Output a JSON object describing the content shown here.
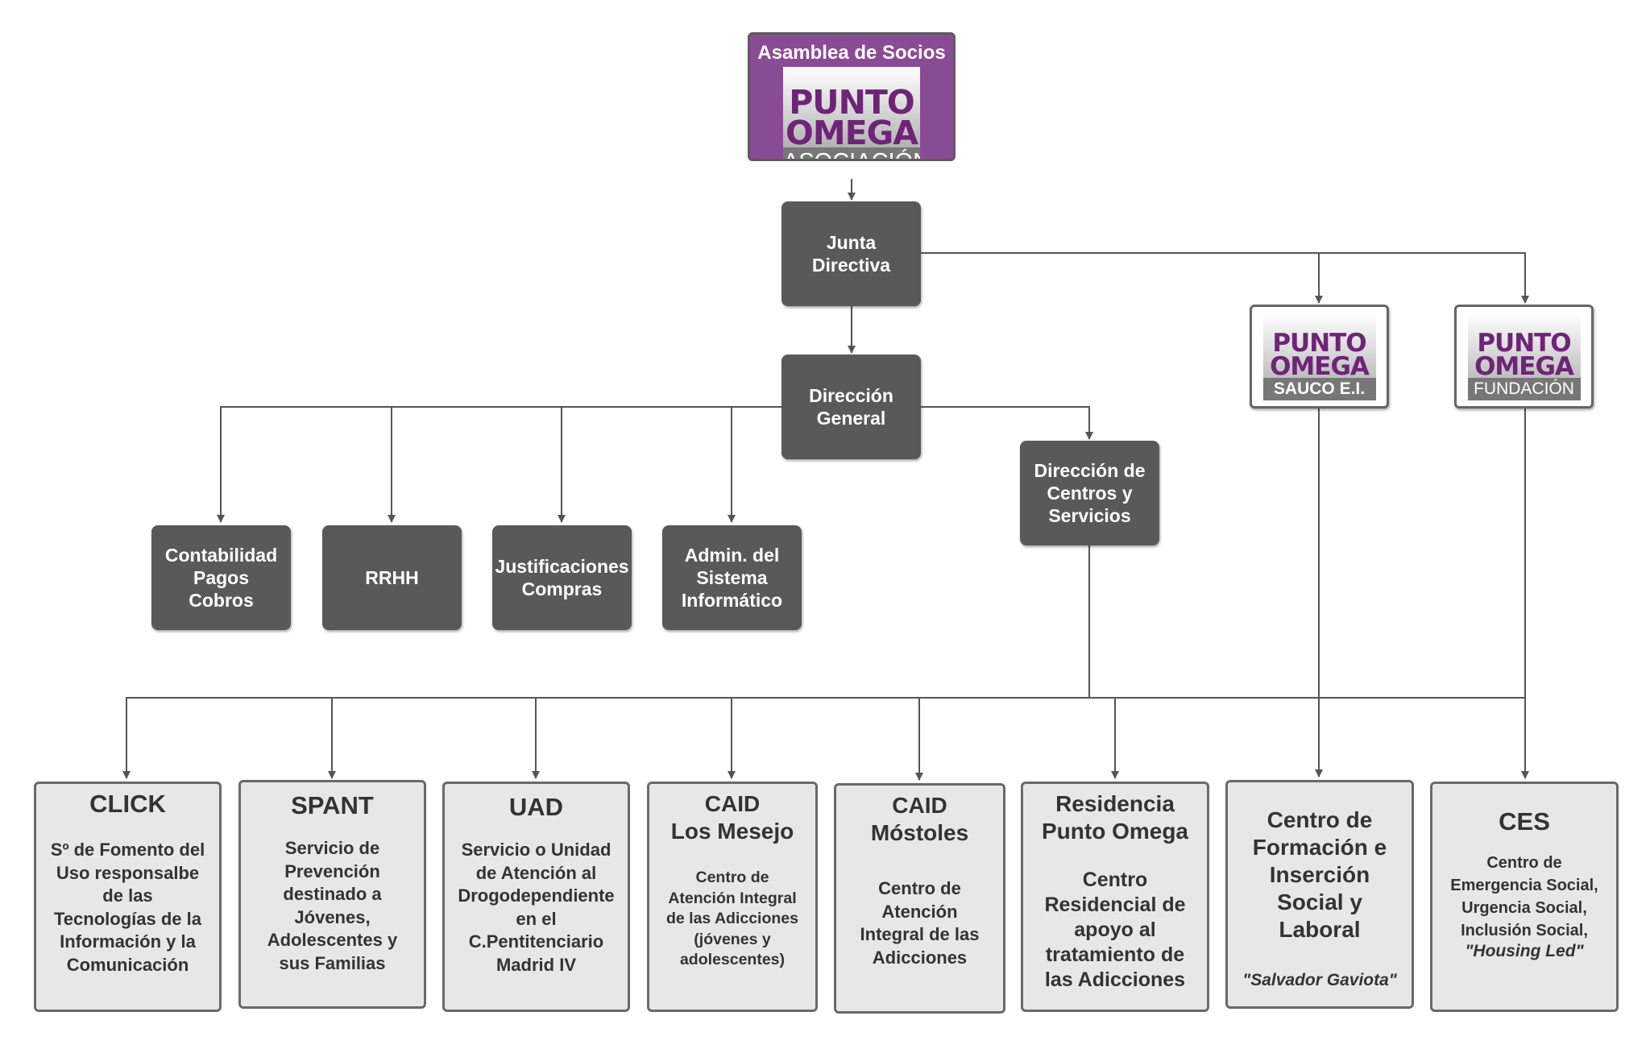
{
  "assembly": {
    "title": "Asamblea de Socios",
    "logo_line1": "PUNTO",
    "logo_line2": "OMEGA",
    "logo_band": "ASOCIACIÓN"
  },
  "junta": {
    "label": "Junta\nDirectiva"
  },
  "direccion_general": {
    "label": "Dirección\nGeneral"
  },
  "direccion_centros": {
    "label": "Dirección de\nCentros y\nServicios"
  },
  "admin_units": [
    {
      "label": "Contabilidad\nPagos\nCobros"
    },
    {
      "label": "RRHH"
    },
    {
      "label": "Justificaciones\nCompras"
    },
    {
      "label": "Admin. del\nSistema\nInformático"
    }
  ],
  "entities": [
    {
      "line1": "PUNTO",
      "line2": "OMEGA",
      "band": "SAUCO E.I."
    },
    {
      "line1": "PUNTO",
      "line2": "OMEGA",
      "band": "FUNDACIÓN"
    }
  ],
  "services": [
    {
      "title": "CLICK",
      "description": "Sº de Fomento del\nUso responsalbe\nde las\nTecnologías de la\nInformación y la\nComunicación"
    },
    {
      "title": "SPANT",
      "description": "Servicio de\nPrevención\ndestinado a\nJóvenes,\nAdolescentes y\nsus Familias"
    },
    {
      "title": "UAD",
      "description": "Servicio o Unidad\nde Atención al\nDrogodependiente\nen el\nC.Pentitenciario\nMadrid IV"
    },
    {
      "title": "CAID\nLos Mesejo",
      "description": "Centro de\nAtención Integral\nde las Adicciones\n(jóvenes y\nadolescentes)"
    },
    {
      "title": "CAID\nMóstoles",
      "description": "Centro de\nAtención\nIntegral de las\nAdicciones"
    },
    {
      "title": "Residencia\nPunto Omega",
      "description": "Centro\nResidencial de\napoyo al\ntratamiento de\nlas Adicciones"
    },
    {
      "title": "Centro de\nFormación e\nInserción\nSocial y\nLaboral",
      "description": "",
      "quote": "\"Salvador Gaviota\""
    },
    {
      "title": "CES",
      "description": "Centro de\nEmergencia Social,\nUrgencia Social,\nInclusión Social,",
      "quote": "\"Housing Led\""
    }
  ],
  "colors": {
    "dark_box": "#595959",
    "light_box": "#e7e7e7",
    "brand_purple": "#6e2477",
    "assembly_purple": "#8a4b95",
    "connector": "#555555"
  }
}
